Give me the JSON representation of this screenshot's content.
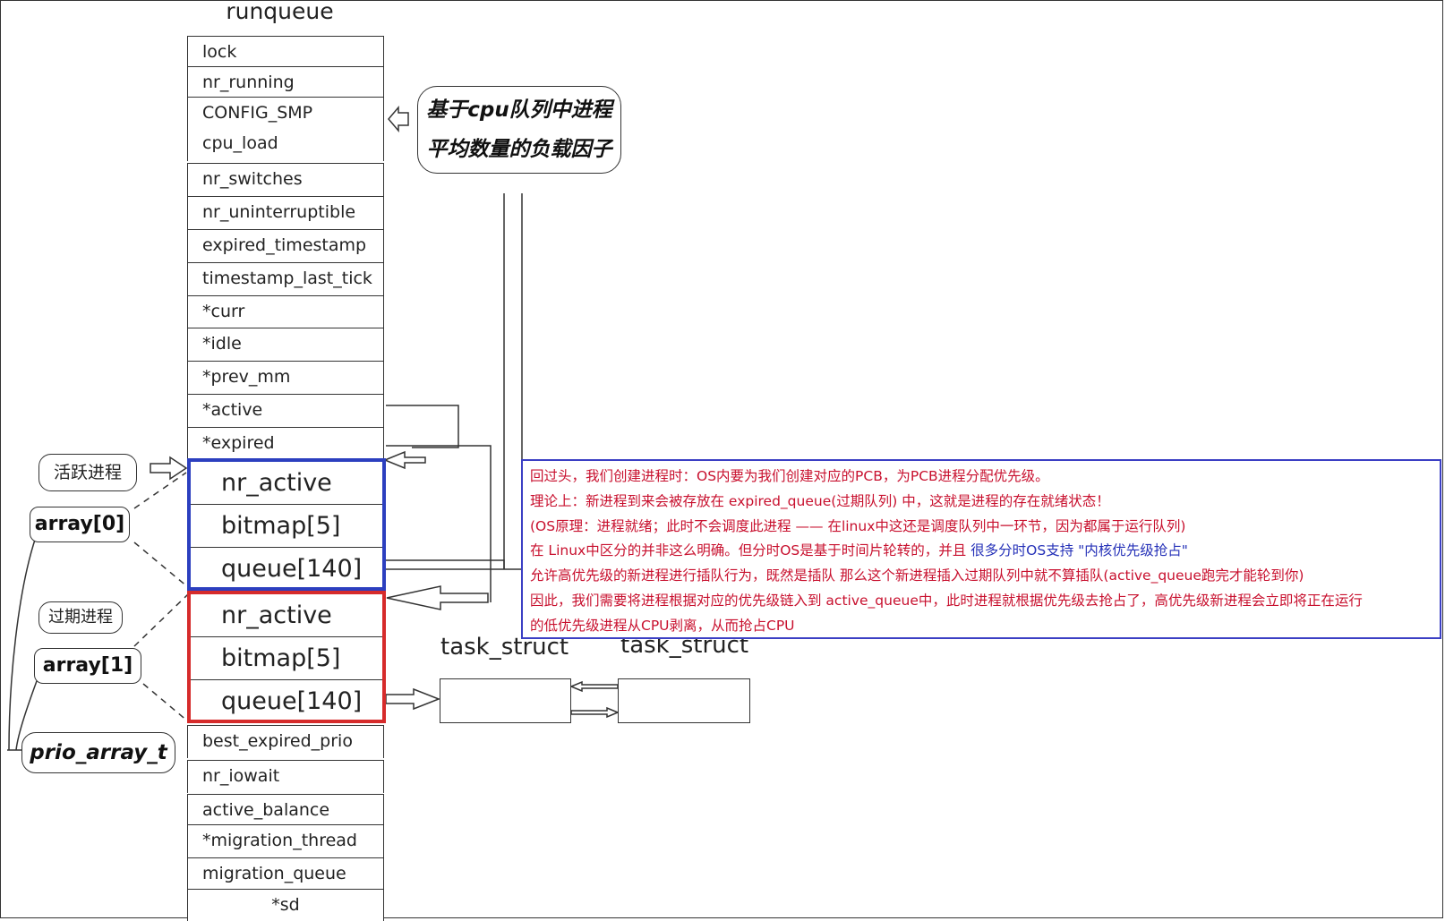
{
  "title": "runqueue",
  "fields_top": [
    "lock",
    "nr_running",
    "CONFIG_SMP",
    "cpu_load",
    "nr_switches",
    "nr_uninterruptible",
    "expired_timestamp",
    "timestamp_last_tick",
    "*curr",
    "*idle",
    "*prev_mm",
    "*active",
    "*expired"
  ],
  "active_array": [
    "nr_active",
    "bitmap[5]",
    "queue[140]"
  ],
  "expired_array": [
    "nr_active",
    "bitmap[5]",
    "queue[140]"
  ],
  "fields_bottom": [
    "best_expired_prio",
    "nr_iowait",
    "active_balance",
    "*migration_thread",
    "migration_queue",
    "*sd"
  ],
  "cpu_note": {
    "line1": "基于cpu队列中进程",
    "line2": "平均数量的负载因子"
  },
  "left_labels": {
    "active_bubble": "活跃进程",
    "array0": "array[0]",
    "expired_bubble": "过期进程",
    "array1": "array[1]",
    "prio_array": "prio_array_t"
  },
  "task_struct": [
    "task_struct",
    "task_struct"
  ],
  "explain": {
    "l1": "回过头，我们创建进程时：OS内要为我们创建对应的PCB，为PCB进程分配优先级。",
    "l2": "理论上：新进程到来会被存放在 expired_queue(过期队列) 中，这就是进程的存在就绪状态！",
    "l3": "(OS原理：进程就绪；此时不会调度此进程 —— 在linux中这还是调度队列中一环节，因为都属于运行队列)",
    "l4a": "在 Linux中区分的并非这么明确。但分时OS是基于时间片轮转的，并且 ",
    "l4b": "很多分时OS支持 \"内核优先级抢占\"",
    "l5": "允许高优先级的新进程进行插队行为，既然是插队 那么这个新进程插入过期队列中就不算插队(active_queue跑完才能轮到你)",
    "l6": "因此，我们需要将进程根据对应的优先级链入到 active_queue中，此时进程就根据优先级去抢占了，高优先级新进程会立即将正在运行",
    "l7": "的低优先级进程从CPU剥离，从而抢占CPU"
  },
  "colors": {
    "active_border": "#2c3fbf",
    "expired_border": "#d62b2b",
    "explain_text": "#c8102e",
    "explain_highlight": "#2531b8",
    "explain_border": "#3b3fc4"
  }
}
